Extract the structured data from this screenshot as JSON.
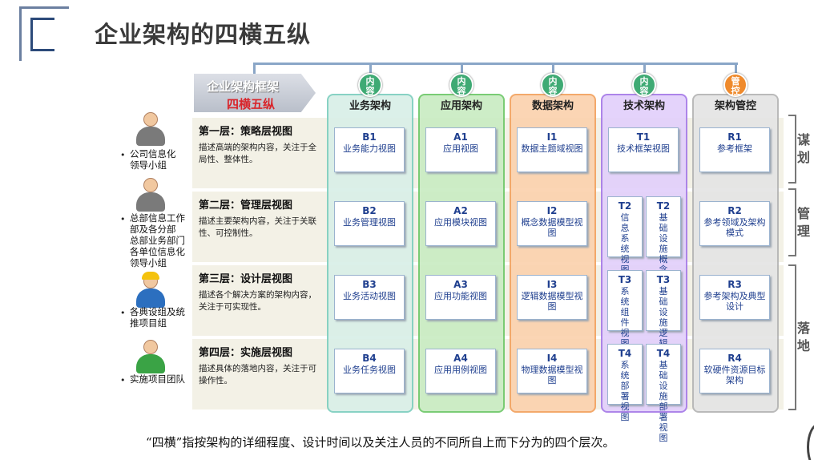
{
  "title": "企业架构的四横五纵",
  "framework": {
    "line1": "企业架构框架",
    "line2": "四横五纵"
  },
  "columns": [
    {
      "key": "business",
      "badge": "内容",
      "header": "业务架构",
      "color": "#7ecfbf",
      "bg": "#d9efe8",
      "badge_color": "#3faa74"
    },
    {
      "key": "application",
      "badge": "内容",
      "header": "应用架构",
      "color": "#6fc86a",
      "bg": "#c9ecc3",
      "badge_color": "#3faa74"
    },
    {
      "key": "data",
      "badge": "内容",
      "header": "数据架构",
      "color": "#f2a25f",
      "bg": "#fbd2ae",
      "badge_color": "#3faa74"
    },
    {
      "key": "technology",
      "badge": "内容",
      "header": "技术架构",
      "color": "#a77be8",
      "bg": "#e2d0fb",
      "badge_color": "#3faa74"
    },
    {
      "key": "governance",
      "badge": "管控",
      "header": "架构管控",
      "color": "#b5b5b5",
      "bg": "#e4e4e4",
      "badge_color": "#ef8a2c"
    }
  ],
  "layers": [
    {
      "title": "第一层：策略层视图",
      "desc": "描述高端的架构内容，关注于全局性、整体性。"
    },
    {
      "title": "第二层：管理层视图",
      "desc": "描述主要架构内容，关注于关联性、可控制性。"
    },
    {
      "title": "第三层：设计层视图",
      "desc": "描述各个解决方案的架构内容，关注于可实现性。"
    },
    {
      "title": "第四层：实施层视图",
      "desc": "描述具体的落地内容，关注于可操作性。"
    }
  ],
  "cells": [
    [
      {
        "code": "B1",
        "name": "业务能力视图"
      },
      {
        "code": "A1",
        "name": "应用视图"
      },
      {
        "code": "I1",
        "name": "数据主题域视图"
      },
      {
        "code": "T1",
        "name": "技术框架视图"
      },
      {
        "code": "R1",
        "name": "参考框架"
      }
    ],
    [
      {
        "code": "B2",
        "name": "业务管理视图"
      },
      {
        "code": "A2",
        "name": "应用模块视图"
      },
      {
        "code": "I2",
        "name": "概念数据模型视图"
      },
      [
        {
          "code": "T2",
          "name": "信息系统视图"
        },
        {
          "code": "T2",
          "name": "基础设施概念视图"
        }
      ],
      {
        "code": "R2",
        "name": "参考领域及架构模式"
      }
    ],
    [
      {
        "code": "B3",
        "name": "业务活动视图"
      },
      {
        "code": "A3",
        "name": "应用功能视图"
      },
      {
        "code": "I3",
        "name": "逻辑数据模型视图"
      },
      [
        {
          "code": "T3",
          "name": "系统组件视图"
        },
        {
          "code": "T3",
          "name": "基础设施逻辑视图"
        }
      ],
      {
        "code": "R3",
        "name": "参考架构及典型设计"
      }
    ],
    [
      {
        "code": "B4",
        "name": "业务任务视图"
      },
      {
        "code": "A4",
        "name": "应用用例视图"
      },
      {
        "code": "I4",
        "name": "物理数据模型视图"
      },
      [
        {
          "code": "T4",
          "name": "系统部署视图"
        },
        {
          "code": "T4",
          "name": "基础设施部署视图"
        }
      ],
      {
        "code": "R4",
        "name": "软硬件资源目标架构"
      }
    ]
  ],
  "roles": [
    {
      "lines": [
        "公司信息化",
        "领导小组"
      ],
      "color": "#7a7a7a"
    },
    {
      "lines": [
        "总部信息工作",
        "部及各分部",
        "总部业务部门",
        "各单位信息化",
        "领导小组"
      ],
      "color": "#7a7a7a"
    },
    {
      "lines": [
        "各典设组及统",
        "推项目组"
      ],
      "color": "#2c6fbf"
    },
    {
      "lines": [
        "实施项目团队"
      ],
      "color": "#3aa345"
    }
  ],
  "side_groups": [
    {
      "label": "谋划"
    },
    {
      "label": "管理"
    },
    {
      "label": "落地"
    }
  ],
  "footer": "“四横”指按架构的详细程度、设计时间以及关注人员的不同所自上而下分为的四个层次。"
}
